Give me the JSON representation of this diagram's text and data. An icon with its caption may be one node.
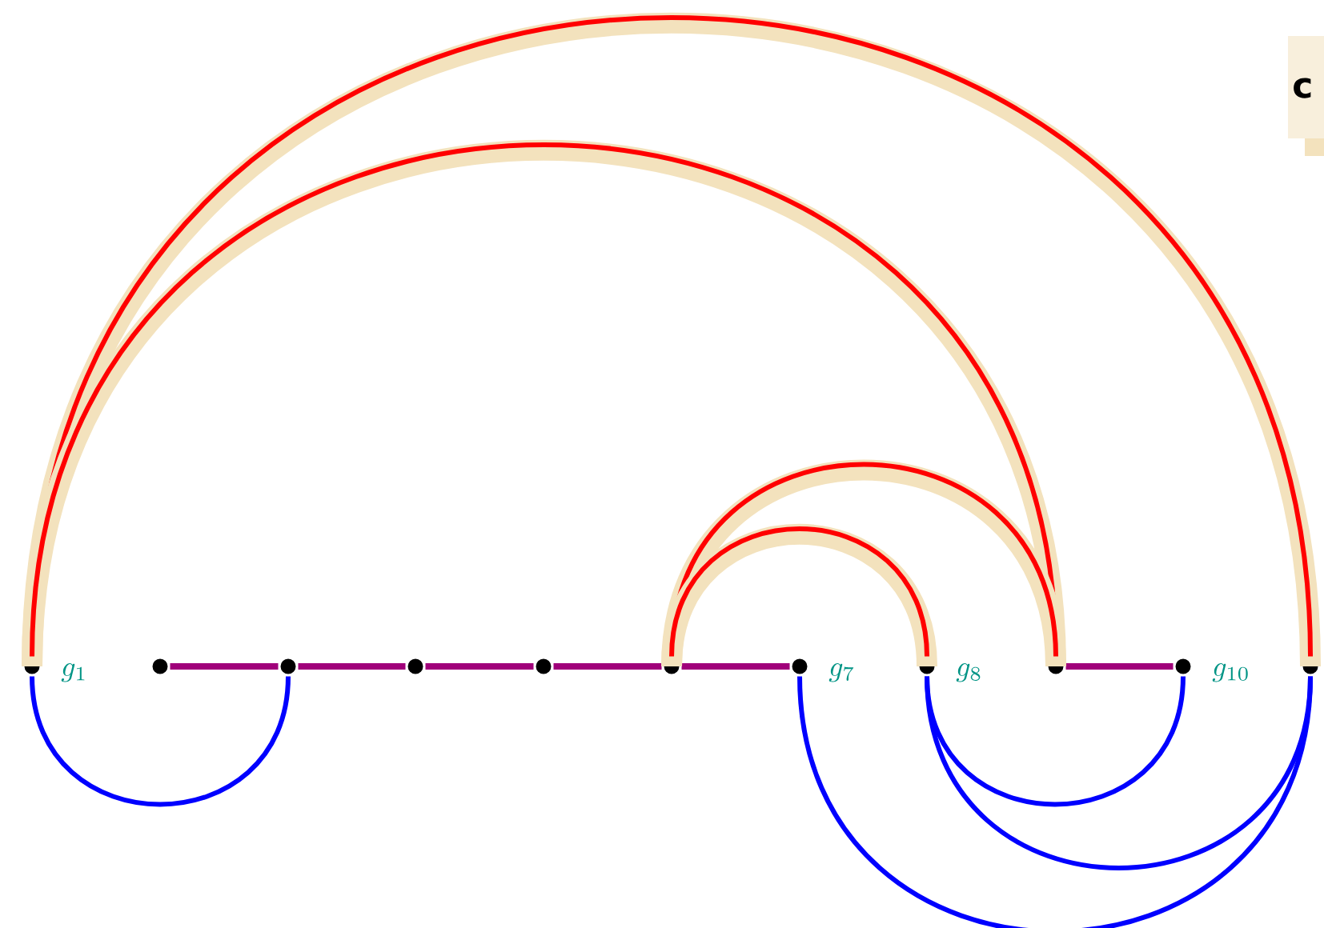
{
  "diagram": {
    "nodes": [
      {
        "text": [],
        "shape": "circle",
        "beside": [
          "g_{1}"
        ]
      },
      {
        "text": [],
        "shape": "circle"
      },
      {
        "text": [],
        "shape": "circle"
      },
      {
        "text": [],
        "shape": "circle"
      },
      {
        "text": [],
        "shape": "circle"
      },
      {
        "text": [],
        "shape": "circle"
      },
      {
        "text": [],
        "shape": "circle",
        "beside": [
          "g_{7}"
        ]
      },
      {
        "text": [],
        "shape": "circle",
        "beside": [
          "g_{8}"
        ]
      },
      {
        "text": [],
        "shape": "circle"
      },
      {
        "text": [],
        "shape": "circle",
        "beside": [
          "g_{10}"
        ]
      },
      {
        "text": [],
        "shape": "circle"
      }
    ],
    "edges": [
      {
        "from": 1,
        "to": 2,
        "arrow": "none"
      },
      {
        "from": 2,
        "to": 3,
        "arrow": "none"
      },
      {
        "from": 3,
        "to": 4,
        "arrow": "none"
      },
      {
        "from": 4,
        "to": 5,
        "arrow": "none"
      },
      {
        "from": 5,
        "to": 6,
        "arrow": "none"
      },
      {
        "from": 8,
        "to": 9,
        "arrow": "none"
      },
      {
        "from": 0,
        "to": 10,
        "arrow": "none",
        "color": "#ff0000"
      },
      {
        "from": 0,
        "to": 8,
        "arrow": "none",
        "color": "#ff0000"
      },
      {
        "from": 5,
        "to": 8,
        "arrow": "none",
        "color": "#ff0000"
      },
      {
        "from": 5,
        "to": 7,
        "arrow": "none",
        "color": "#ff0000"
      },
      {
        "from": 0,
        "to": 2,
        "arrow": "none",
        "color": "#0000ff"
      },
      {
        "from": 7,
        "to": 9,
        "arrow": "none",
        "color": "#0000ff"
      },
      {
        "from": 7,
        "to": 10,
        "arrow": "none",
        "color": "#0000ff"
      },
      {
        "from": 6,
        "to": 10,
        "arrow": "none",
        "color": "#0000ff"
      }
    ],
    "labels": [
      "c"
    ]
  }
}
